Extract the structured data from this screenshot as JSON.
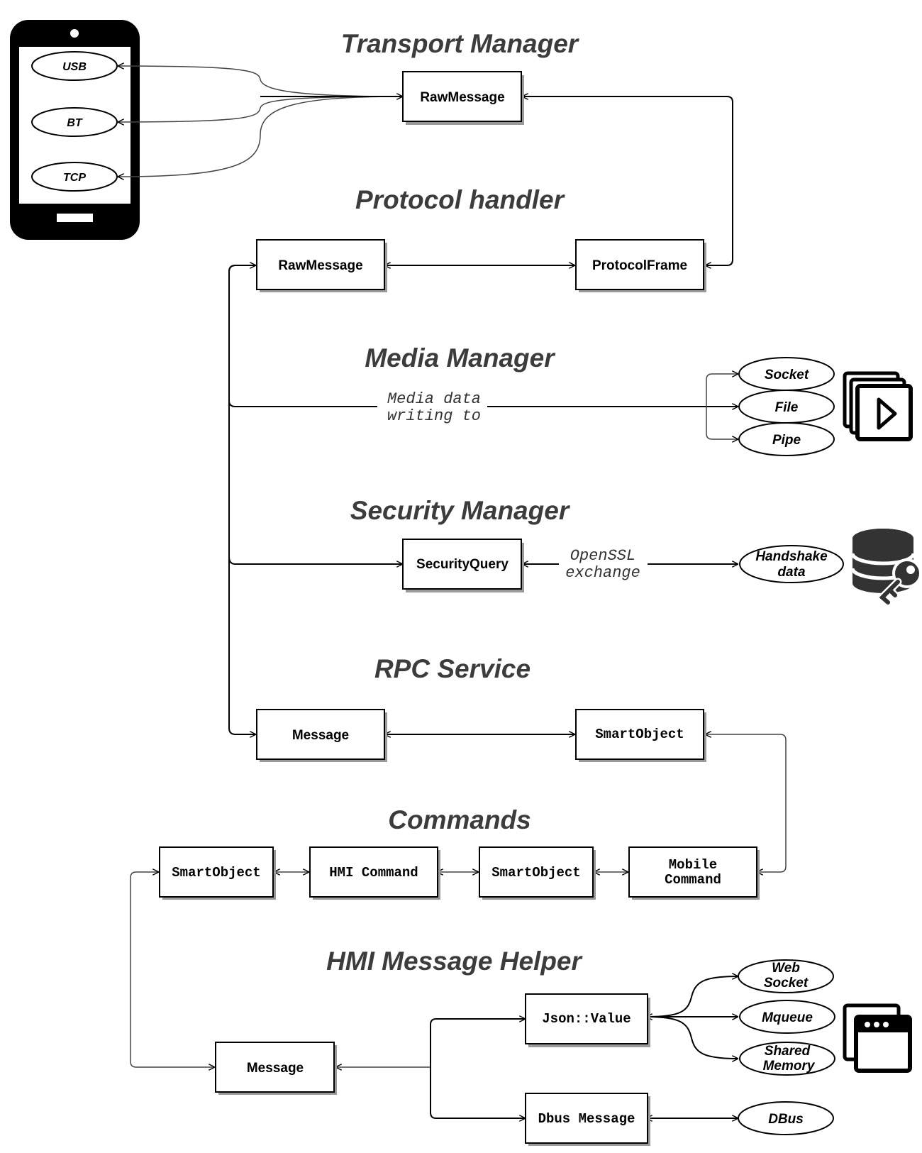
{
  "sections": {
    "transport": "Transport Manager",
    "protocol": "Protocol handler",
    "media": "Media Manager",
    "security": "Security Manager",
    "rpc": "RPC Service",
    "commands": "Commands",
    "hmi": "HMI Message Helper"
  },
  "phone": {
    "usb": "USB",
    "bt": "BT",
    "tcp": "TCP"
  },
  "boxes": {
    "tm_raw": "RawMessage",
    "ph_raw": "RawMessage",
    "ph_frame": "ProtocolFrame",
    "sec_query": "SecurityQuery",
    "rpc_msg": "Message",
    "rpc_so": "SmartObject",
    "cmd_so1": "SmartObject",
    "cmd_hmi": "HMI Command",
    "cmd_so2": "SmartObject",
    "cmd_mobile_1": "Mobile",
    "cmd_mobile_2": "Command",
    "hmi_msg": "Message",
    "hmi_json": "Json::Value",
    "hmi_dbus": "Dbus Message"
  },
  "ellipses": {
    "socket": "Socket",
    "file": "File",
    "pipe": "Pipe",
    "handshake_1": "Handshake",
    "handshake_2": "data",
    "websocket_1": "Web",
    "websocket_2": "Socket",
    "mqueue": "Mqueue",
    "shm_1": "Shared",
    "shm_2": "Memory",
    "dbus": "DBus"
  },
  "edge_labels": {
    "media_1": "Media data",
    "media_2": "writing to",
    "openssl_1": "OpenSSL",
    "openssl_2": "exchange"
  },
  "icons": [
    "phone-icon",
    "media-play-icon",
    "database-key-icon",
    "app-windows-icon"
  ],
  "colors": {
    "title": "#3c3c3c",
    "shadow": "#9a9a9a",
    "stroke": "#000000"
  }
}
